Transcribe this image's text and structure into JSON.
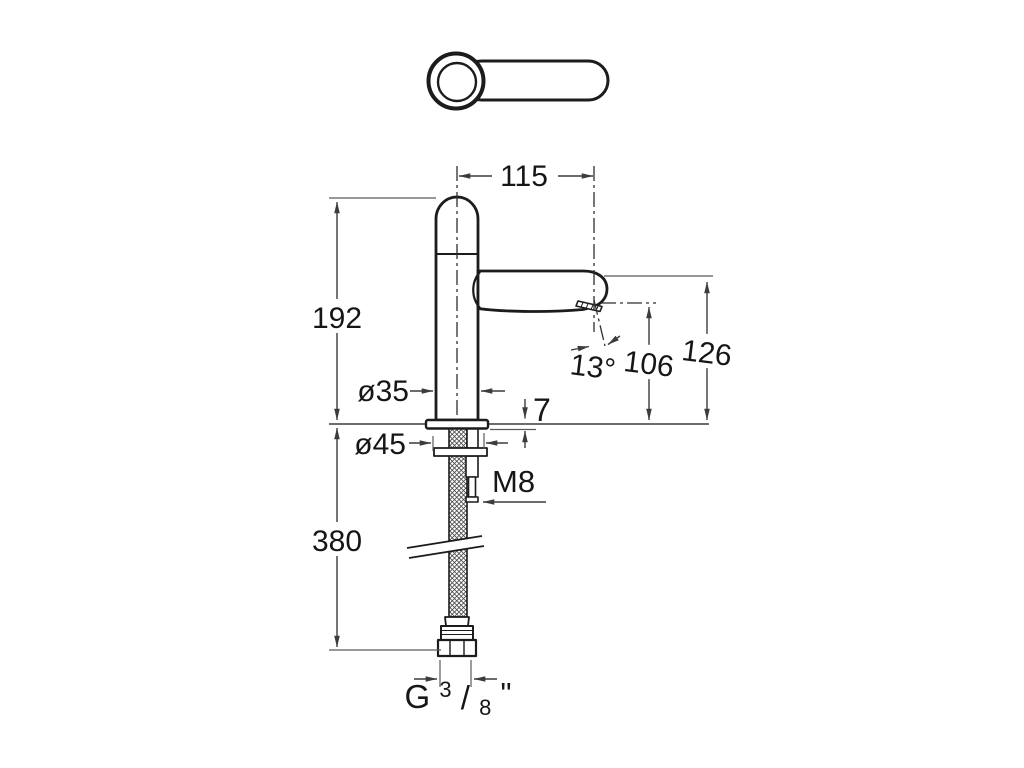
{
  "diagram": {
    "type": "technical-drawing",
    "dimensions": {
      "spout_projection": "115",
      "body_height": "192",
      "body_diameter": "ø35",
      "base_diameter": "ø45",
      "base_plate_thickness": "7",
      "hose_length": "380",
      "stud_thread": "M8",
      "spout_angle": "13°",
      "outlet_height": "106",
      "spout_total_height": "126",
      "connection": {
        "g": "G",
        "numerator": "3",
        "slash": "/",
        "denominator": "8",
        "quote": "\""
      }
    },
    "colors": {
      "outline": "#1c1c1c",
      "dimension_line": "#3c3c3c",
      "centerline": "#2e2e2e",
      "background": "#ffffff"
    }
  }
}
